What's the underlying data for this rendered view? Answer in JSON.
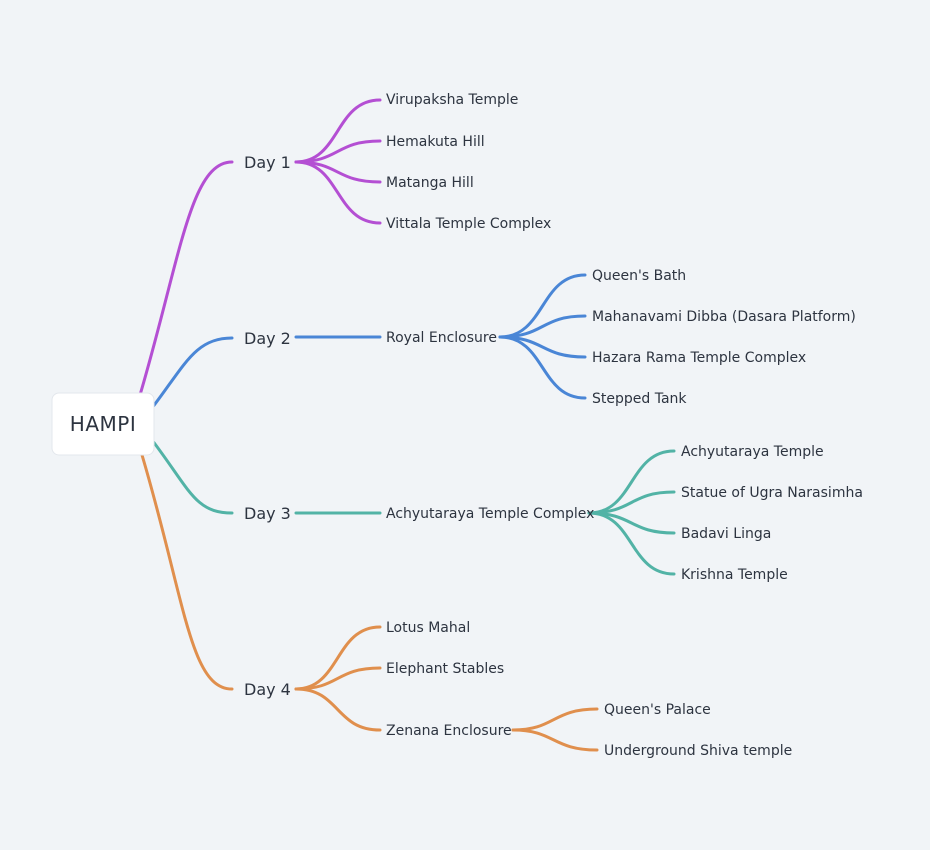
{
  "root": {
    "label": "HAMPI"
  },
  "colors": {
    "day1": "#b44fd3",
    "day2": "#4a86d6",
    "day3": "#52b3a6",
    "day4": "#e08f4d"
  },
  "days": [
    {
      "label": "Day 1",
      "color": "#b44fd3",
      "items": [
        {
          "label": "Virupaksha Temple"
        },
        {
          "label": "Hemakuta Hill"
        },
        {
          "label": "Matanga Hill"
        },
        {
          "label": "Vittala Temple Complex"
        }
      ]
    },
    {
      "label": "Day 2",
      "color": "#4a86d6",
      "items": [
        {
          "label": "Royal Enclosure",
          "children": [
            {
              "label": "Queen's Bath"
            },
            {
              "label": "Mahanavami Dibba (Dasara Platform)"
            },
            {
              "label": "Hazara Rama Temple Complex"
            },
            {
              "label": "Stepped Tank"
            }
          ]
        }
      ]
    },
    {
      "label": "Day 3",
      "color": "#52b3a6",
      "items": [
        {
          "label": "Achyutaraya Temple Complex",
          "children": [
            {
              "label": "Achyutaraya Temple"
            },
            {
              "label": "Statue of Ugra Narasimha"
            },
            {
              "label": "Badavi Linga"
            },
            {
              "label": "Krishna Temple"
            }
          ]
        }
      ]
    },
    {
      "label": "Day 4",
      "color": "#e08f4d",
      "items": [
        {
          "label": "Lotus Mahal"
        },
        {
          "label": "Elephant Stables"
        },
        {
          "label": "Zenana Enclosure",
          "children": [
            {
              "label": "Queen's Palace"
            },
            {
              "label": "Underground Shiva temple"
            }
          ]
        }
      ]
    }
  ]
}
